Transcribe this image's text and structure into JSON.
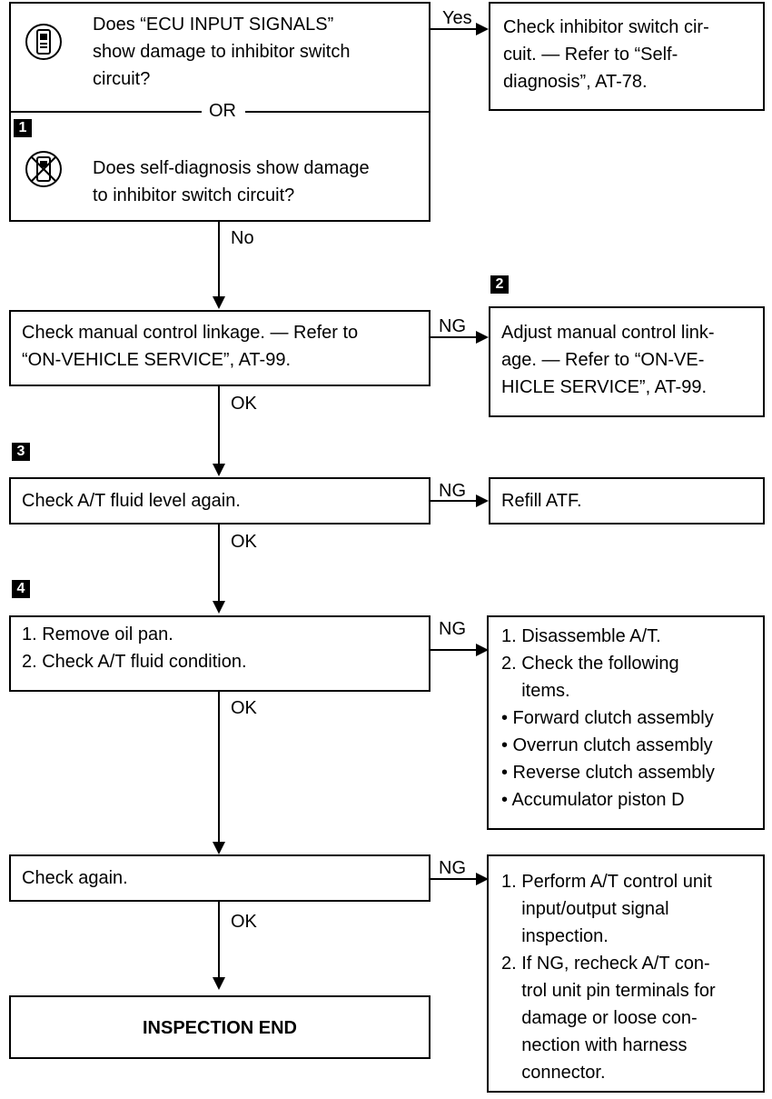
{
  "step1": {
    "badge": "1",
    "question_a": "Does “ECU INPUT SIGNALS”\nshow damage to inhibitor switch\ncircuit?",
    "or_label": "OR",
    "question_b": "Does self-diagnosis show damage\nto inhibitor switch circuit?",
    "yes_label": "Yes",
    "no_label": "No",
    "yes_action": "Check inhibitor switch cir-\ncuit. — Refer to “Self-\ndiagnosis”, AT-78."
  },
  "step2": {
    "badge": "2",
    "check": "Check manual control linkage. — Refer to\n“ON-VEHICLE SERVICE”, AT-99.",
    "ng_label": "NG",
    "ok_label": "OK",
    "ng_action": "Adjust manual control link-\nage. — Refer to “ON-VE-\nHICLE SERVICE”, AT-99."
  },
  "step3": {
    "badge": "3",
    "check": "Check A/T fluid level again.",
    "ng_label": "NG",
    "ok_label": "OK",
    "ng_action": "Refill ATF."
  },
  "step4": {
    "badge": "4",
    "check": "1. Remove oil pan.\n2. Check A/T fluid condition.",
    "ng_label": "NG",
    "ok_label": "OK",
    "ng_action": "1. Disassemble A/T.\n2. Check the following\n    items.\n• Forward clutch assembly\n• Overrun clutch assembly\n• Reverse clutch assembly\n• Accumulator piston D"
  },
  "step5": {
    "check": "Check again.",
    "ng_label": "NG",
    "ok_label": "OK",
    "ng_action": "1. Perform A/T control unit\n    input/output signal\n    inspection.\n2. If NG, recheck A/T con-\n    trol unit pin terminals for\n    damage or loose con-\n    nection with harness\n    connector."
  },
  "end": {
    "label": "INSPECTION END"
  },
  "icons": {
    "consult": "scan-tool-icon",
    "no_tool": "no-scan-tool-icon"
  }
}
